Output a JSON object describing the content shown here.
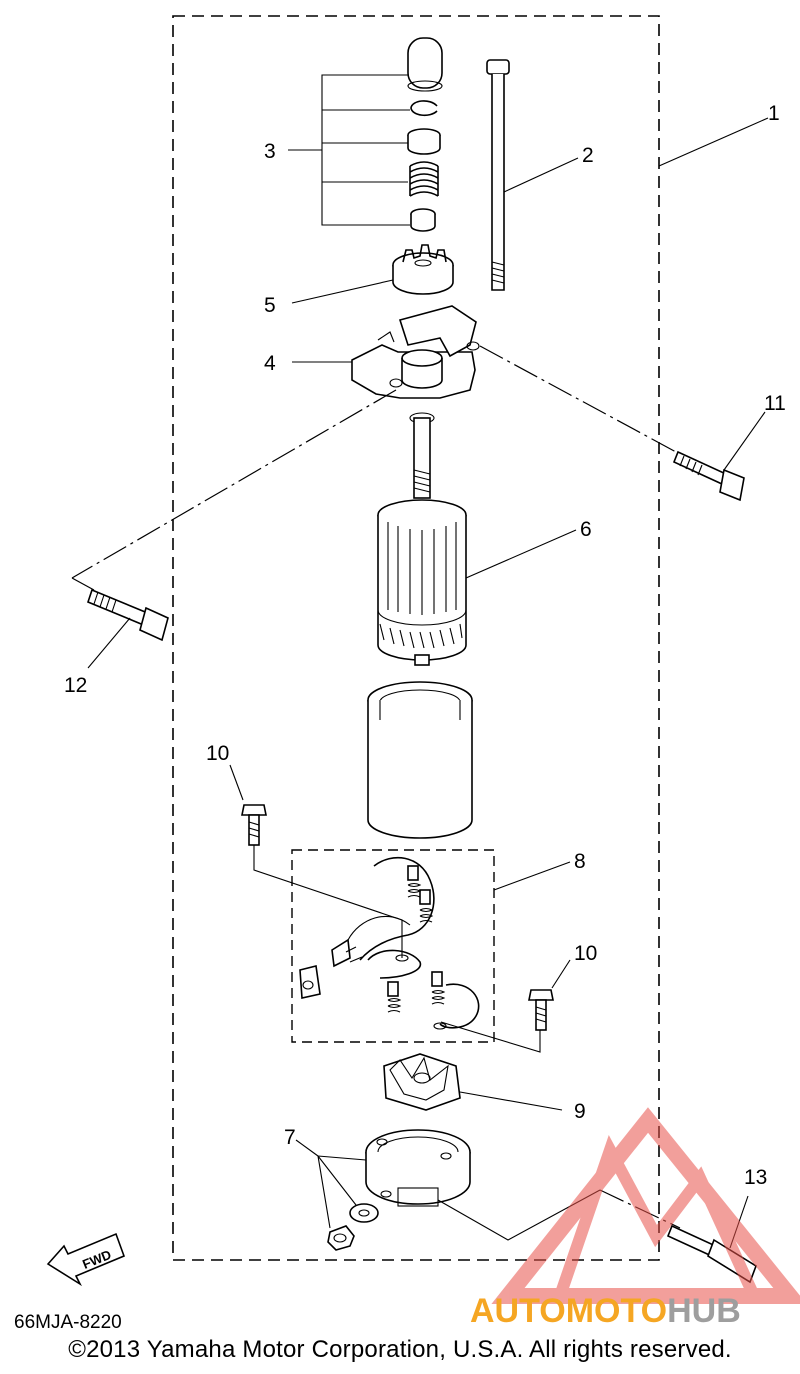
{
  "callouts": {
    "c1": "1",
    "c2": "2",
    "c3": "3",
    "c4": "4",
    "c5": "5",
    "c6": "6",
    "c7": "7",
    "c8": "8",
    "c9": "9",
    "c10a": "10",
    "c10b": "10",
    "c11": "11",
    "c12": "12",
    "c13": "13"
  },
  "fwd_label": "FWD",
  "part_code": "66MJA-8220",
  "copyright": "©2013 Yamaha Motor Corporation, U.S.A. All rights reserved.",
  "watermark": {
    "part1": "AUTO",
    "part2": "MOTO",
    "part3": "HUB",
    "color_orange": "#f5a623",
    "color_gray": "#9e9e9e",
    "color_red": "#e8524a"
  }
}
